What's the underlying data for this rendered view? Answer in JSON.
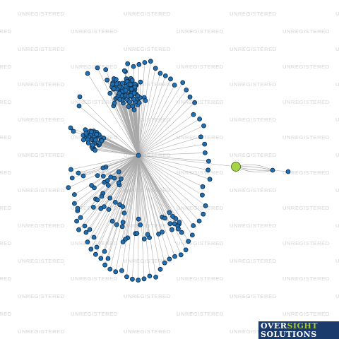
{
  "watermark": {
    "text": "UNREGISTERED"
  },
  "logo": {
    "word1_a": "OVER",
    "word1_b": "SIGHT",
    "word2": "SOLUTIONS"
  },
  "colors": {
    "edge": "#a9a9a9",
    "node_fill": "#1f6fb2",
    "node_stroke": "#0d2a44",
    "focus_fill": "#a6d445",
    "focus_stroke": "#3f5a14",
    "logo_bg": "#1c3b6d",
    "logo_accent": "#a8c63a"
  },
  "graph": {
    "node_count": 268,
    "focus_node": "highlighted-entity"
  }
}
